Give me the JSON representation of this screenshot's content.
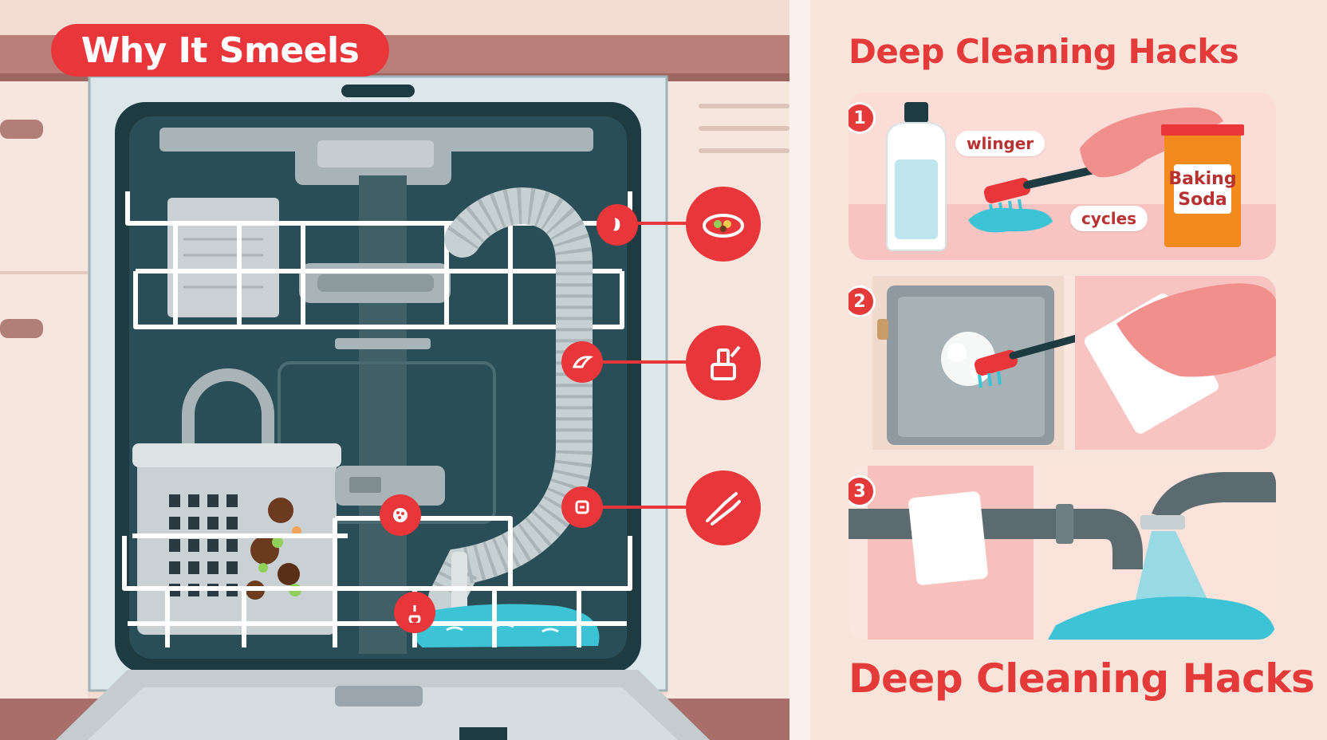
{
  "left": {
    "title": "Why It Smeels"
  },
  "right": {
    "title_top": "Deep Cleaning Hacks",
    "title_bottom": "Deep Cleaning Hacks",
    "steps": [
      {
        "badge": "1",
        "bubble_a": "wlinger",
        "bubble_b": "cycles",
        "box_label": "Baking Soda"
      },
      {
        "badge": "2"
      },
      {
        "badge": "3"
      }
    ]
  },
  "colors": {
    "accent_red": "#e8363a",
    "dishwasher_dark": "#1f3b42",
    "rack_white": "#ffffff",
    "water_blue": "#3cc4d6"
  },
  "icons": {
    "callouts": [
      "food-plate-icon",
      "detergent-icon",
      "hose-icon"
    ],
    "pins": [
      "food-pin-icon",
      "spray-pin-icon",
      "filter-pin-icon",
      "grime-pin-icon",
      "drain-pin-icon"
    ]
  }
}
